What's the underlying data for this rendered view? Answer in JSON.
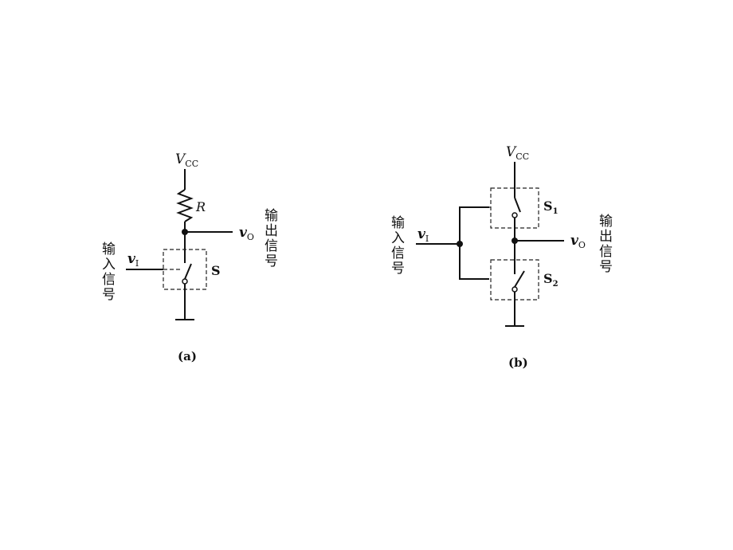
{
  "circuit_a": {
    "vcc": "V",
    "vcc_sub": "CC",
    "resistor": "R",
    "vout": "v",
    "vout_sub": "O",
    "output_chars": [
      "输",
      "出",
      "信",
      "号"
    ],
    "input_chars": [
      "输",
      "入",
      "信",
      "号"
    ],
    "vin": "v",
    "vin_sub": "I",
    "switch": "S",
    "caption": "(a)"
  },
  "circuit_b": {
    "vcc": "V",
    "vcc_sub": "CC",
    "switch1": "S",
    "switch1_sub": "1",
    "switch2": "S",
    "switch2_sub": "2",
    "vout": "v",
    "vout_sub": "O",
    "output_chars": [
      "输",
      "出",
      "信",
      "号"
    ],
    "input_chars": [
      "输",
      "入",
      "信",
      "号"
    ],
    "vin": "v",
    "vin_sub": "I",
    "caption": "(b)"
  }
}
